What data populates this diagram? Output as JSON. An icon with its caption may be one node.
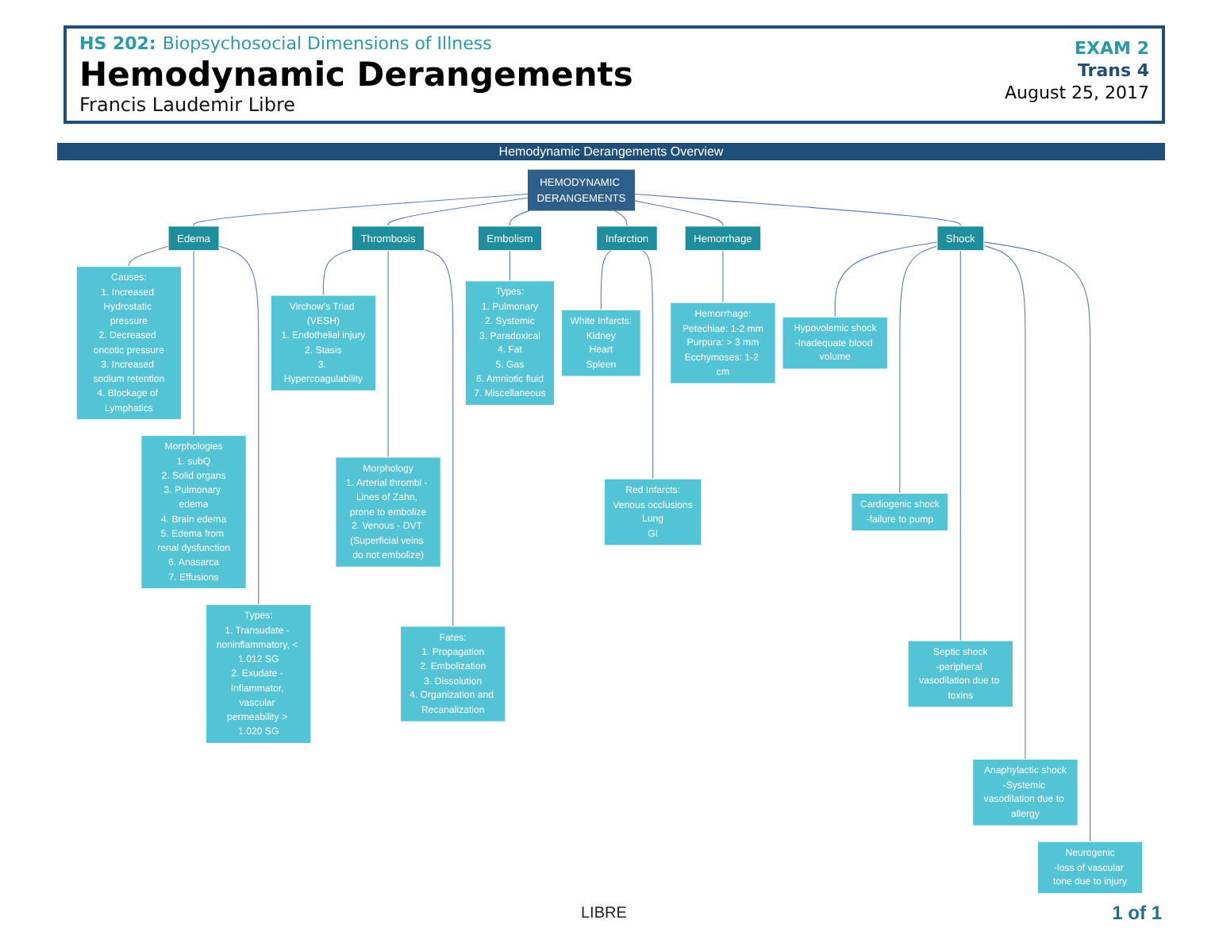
{
  "diagram": {
    "title": "Hemodynamic Derangements",
    "nodes": [
      {
        "text": [
          "HEMODYNAMIC DERANGEMENTS"
        ]
      },
      {
        "text": [
          "Edema"
        ]
      },
      {
        "text": [
          "Thrombosis"
        ]
      },
      {
        "text": [
          "Embolism"
        ]
      },
      {
        "text": [
          "Infarction"
        ]
      },
      {
        "text": [
          "Hemorrhage"
        ]
      },
      {
        "text": [
          "Shock"
        ]
      },
      {
        "text": [
          "Causes:",
          "1. Increased Hydrostatic pressure",
          "2. Decreased oncotic pressure",
          "3. Increased sodium retention",
          "4. Blockage of Lymphatics"
        ]
      },
      {
        "text": [
          "Morphologies",
          "1. subQ",
          "2. Solid organs",
          "3. Pulmonary edema",
          "4. Brain edema",
          "5. Edema from renal dysfunction",
          "6. Anasarca",
          "7. Effusions"
        ]
      },
      {
        "text": [
          "Types:",
          "1. Transudate - noninflammatory, < 1.012 SG",
          "2. Exudate - Inflammator, vascular permeability > 1.020 SG"
        ]
      },
      {
        "text": [
          "Virchow's Triad (VESH)",
          "1. Endothelial injury",
          "2. Stasis",
          "3. Hypercoagulability"
        ]
      },
      {
        "text": [
          "Morphology",
          "1. Arterial thrombi - Lines of Zahn, prone to embolize",
          "2. Venous - DVT (Superficial veins do not embolize)"
        ]
      },
      {
        "text": [
          "Fates:",
          "1. Propagation",
          "2. Embolization",
          "3. Dissolution",
          "4. Organization and Recanalization"
        ]
      },
      {
        "text": [
          "Types:",
          "1. Pulmonary",
          "2. Systemic",
          "3. Paradoxical",
          "4. Fat",
          "5. Gas",
          "6. Amniotic fluid",
          "7. Miscellaneous"
        ]
      },
      {
        "text": [
          "White Infarcts:",
          "Kidney",
          "Heart",
          "Spleen"
        ]
      },
      {
        "text": [
          "Red Infarcts:",
          "Venous occlusions",
          "Lung",
          "GI"
        ]
      },
      {
        "text": [
          "Hemorrhage:",
          "Petechiae: 1-2 mm",
          "Purpura: > 3 mm",
          "Ecchymoses: 1-2 cm"
        ]
      },
      {
        "text": [
          "Hypovolemic shock",
          "-Inadequate blood volume"
        ]
      },
      {
        "text": [
          "Cardiogenic shock",
          "-failure to pump"
        ]
      },
      {
        "text": [
          "Septic shock",
          "-peripheral vasodilation due to toxins"
        ]
      },
      {
        "text": [
          "Anaphylactic shock",
          "-Systemic vasodilation due to allergy"
        ]
      },
      {
        "text": [
          "Neurogenic",
          "-loss of vascular tone due to injury"
        ]
      }
    ],
    "edges": [
      {
        "from": 0,
        "to": 1,
        "arrow": "none"
      },
      {
        "from": 0,
        "to": 2,
        "arrow": "none"
      },
      {
        "from": 0,
        "to": 3,
        "arrow": "none"
      },
      {
        "from": 0,
        "to": 4,
        "arrow": "none"
      },
      {
        "from": 0,
        "to": 5,
        "arrow": "none"
      },
      {
        "from": 0,
        "to": 6,
        "arrow": "none"
      },
      {
        "from": 1,
        "to": 7,
        "arrow": "none"
      },
      {
        "from": 1,
        "to": 8,
        "arrow": "none"
      },
      {
        "from": 1,
        "to": 9,
        "arrow": "none"
      },
      {
        "from": 2,
        "to": 10,
        "arrow": "none"
      },
      {
        "from": 2,
        "to": 11,
        "arrow": "none"
      },
      {
        "from": 2,
        "to": 12,
        "arrow": "none"
      },
      {
        "from": 3,
        "to": 13,
        "arrow": "none"
      },
      {
        "from": 4,
        "to": 14,
        "arrow": "none"
      },
      {
        "from": 4,
        "to": 15,
        "arrow": "none"
      },
      {
        "from": 5,
        "to": 16,
        "arrow": "none"
      },
      {
        "from": 6,
        "to": 17,
        "arrow": "none"
      },
      {
        "from": 6,
        "to": 18,
        "arrow": "none"
      },
      {
        "from": 6,
        "to": 19,
        "arrow": "none"
      },
      {
        "from": 6,
        "to": 20,
        "arrow": "none"
      },
      {
        "from": 6,
        "to": 21,
        "arrow": "none"
      }
    ],
    "labels": [
      "HS 202:",
      "Biopsychosocial Dimensions of Illness",
      "Francis Laudemir Libre",
      "EXAM 2",
      "Trans 4",
      "August 25, 2017",
      "Hemodynamic Derangements Overview",
      "LIBRE",
      "1 of 1"
    ]
  }
}
